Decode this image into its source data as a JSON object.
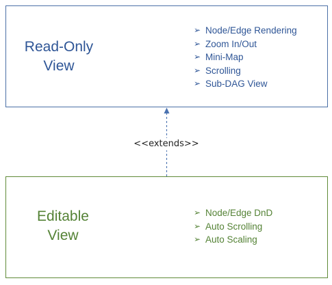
{
  "readonly": {
    "title": "Read-Only\nView",
    "features": [
      "Node/Edge Rendering",
      "Zoom In/Out",
      "Mini-Map",
      "Scrolling",
      "Sub-DAG View"
    ]
  },
  "editable": {
    "title": "Editable\nView",
    "features": [
      "Node/Edge DnD",
      "Auto Scrolling",
      "Auto Scaling"
    ]
  },
  "relation": {
    "label": "<<extends>>"
  },
  "colors": {
    "readonly": "#2e5596",
    "editable": "#548235",
    "connector": "#4a72b0"
  },
  "bullet_icon": "arrow-bullet-icon"
}
